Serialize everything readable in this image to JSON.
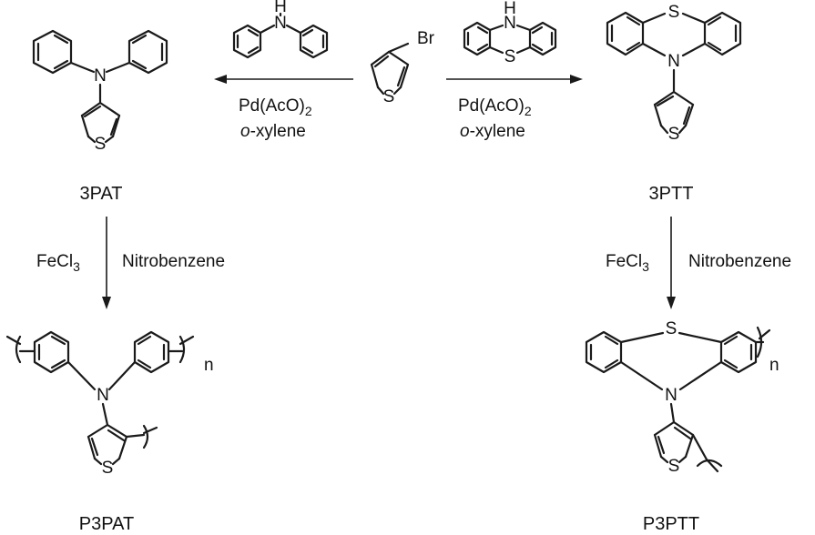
{
  "atoms": {
    "nitrogen": "N",
    "sulfur": "S",
    "hydrogen": "H",
    "bromine": "Br",
    "repeat_index": "n"
  },
  "compounds": {
    "left_product": "3PAT",
    "right_product": "3PTT",
    "left_polymer": "P3PAT",
    "right_polymer": "P3PTT"
  },
  "reagents": {
    "catalyst_main": "Pd(AcO)",
    "catalyst_sub": "2",
    "solvent_italic": "o",
    "solvent_rest": "-xylene",
    "oxidant_main": "FeCl",
    "oxidant_sub": "3",
    "polymerization_solvent": "Nitrobenzene"
  },
  "colors": {
    "ink": "#1a1a1a",
    "background": "#ffffff"
  }
}
